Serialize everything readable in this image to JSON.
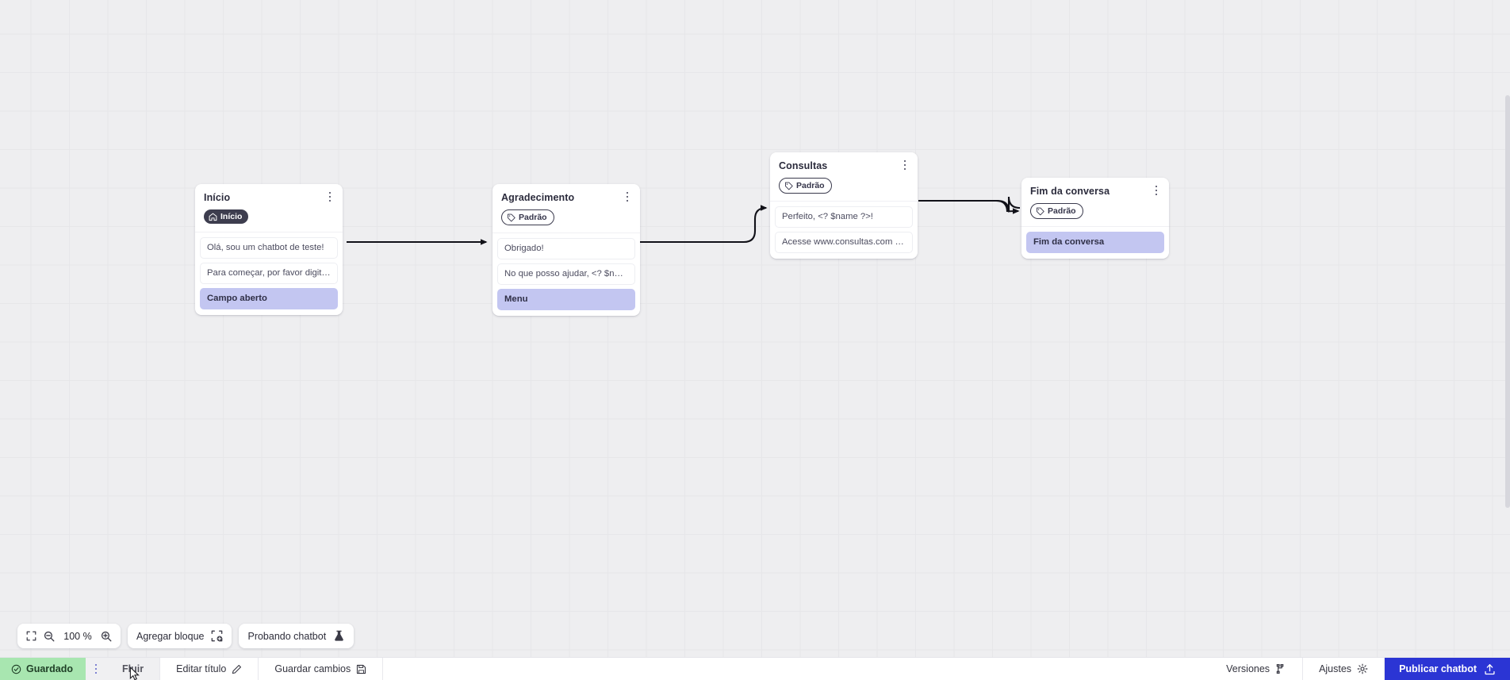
{
  "canvas": {
    "zoom_level": "100 %",
    "nodes": [
      {
        "id": "inicio",
        "title": "Início",
        "badge": {
          "label": "Início",
          "type": "start",
          "icon": "home-icon"
        },
        "rows": [
          {
            "text": "Olá, sou um chatbot de teste!",
            "accent": false
          },
          {
            "text": "Para começar, por favor digite o ...",
            "accent": false
          },
          {
            "text": "Campo aberto",
            "accent": true
          }
        ]
      },
      {
        "id": "agradecimento",
        "title": "Agradecimento",
        "badge": {
          "label": "Padrão",
          "type": "default",
          "icon": "tag-icon"
        },
        "rows": [
          {
            "text": "Obrigado!",
            "accent": false
          },
          {
            "text": "No que posso ajudar, <? $name ...",
            "accent": false
          },
          {
            "text": "Menu",
            "accent": true
          }
        ]
      },
      {
        "id": "consultas",
        "title": "Consultas",
        "badge": {
          "label": "Padrão",
          "type": "default",
          "icon": "tag-icon"
        },
        "rows": [
          {
            "text": "Perfeito, <? $name ?>!",
            "accent": false
          },
          {
            "text": "Acesse www.consultas.com par...",
            "accent": false
          }
        ]
      },
      {
        "id": "fim",
        "title": "Fim da conversa",
        "badge": {
          "label": "Padrão",
          "type": "default",
          "icon": "tag-icon"
        },
        "rows": [
          {
            "text": "Fim da conversa",
            "accent": true
          }
        ]
      }
    ]
  },
  "toolbar": {
    "fit_icon": "fit-screen-icon",
    "zoom_out_icon": "zoom-out-icon",
    "zoom_in_icon": "zoom-in-icon",
    "zoom_level": "100 %",
    "add_block_label": "Agregar bloque",
    "add_block_icon": "add-block-icon",
    "test_chatbot_label": "Probando chatbot",
    "test_chatbot_icon": "flask-icon"
  },
  "statusbar": {
    "saved_label": "Guardado",
    "saved_icon": "check-circle-icon",
    "menu_icon": "vertical-dots-icon",
    "flow_tab_label": "Fluir",
    "edit_title_label": "Editar título",
    "edit_title_icon": "pencil-icon",
    "save_changes_label": "Guardar cambios",
    "save_changes_icon": "floppy-disk-icon",
    "versions_label": "Versiones",
    "versions_icon": "branch-icon",
    "settings_label": "Ajustes",
    "settings_icon": "gear-icon",
    "publish_label": "Publicar chatbot",
    "publish_icon": "upload-icon"
  },
  "colors": {
    "accent_row": "#c3c6f1",
    "publish_blue": "#2b35d4",
    "saved_green": "#a8e6b0",
    "canvas_bg": "#eeeef0"
  }
}
